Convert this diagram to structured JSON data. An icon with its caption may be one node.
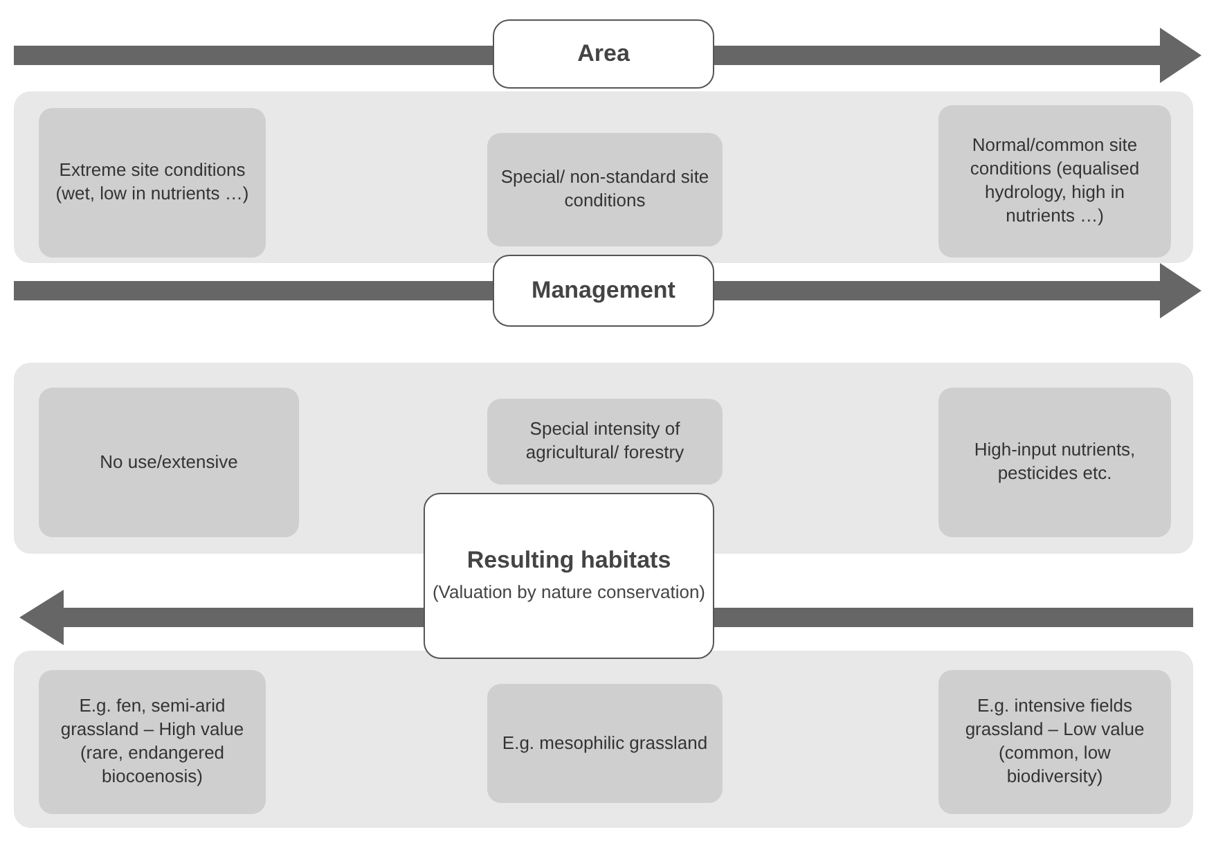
{
  "diagram": {
    "nodes": [
      {
        "text": [
          "Area"
        ]
      },
      {
        "text": [],
        "shape": "box"
      },
      {
        "text": [
          "Extreme site conditions (wet, low in nutrients …)"
        ],
        "in": 1
      },
      {
        "text": [
          "Special/ non-standard site conditions"
        ],
        "in": 1
      },
      {
        "text": [
          "Normal/common site conditions (equalised hydrology, high in nutrients …)"
        ],
        "in": 1
      },
      {
        "text": [
          "Management"
        ]
      },
      {
        "text": [],
        "shape": "box"
      },
      {
        "text": [
          "No use/extensive"
        ],
        "in": 6
      },
      {
        "text": [
          "Special intensity of agricultural/ forestry"
        ],
        "in": 6
      },
      {
        "text": [
          "High-input nutrients, pesticides etc."
        ],
        "in": 6
      },
      {
        "text": [
          "Resulting habitats",
          "(Valuation by nature conservation)"
        ]
      },
      {
        "text": [],
        "shape": "box"
      },
      {
        "text": [
          "E.g. fen, semi-arid grassland – High value (rare, endangered biocoenosis)"
        ],
        "in": 11
      },
      {
        "text": [
          "E.g. mesophilic grassland"
        ],
        "in": 11
      },
      {
        "text": [
          "E.g. intensive fields grassland – Low value (common, low biodiversity)"
        ],
        "in": 11
      }
    ],
    "edges": []
  }
}
